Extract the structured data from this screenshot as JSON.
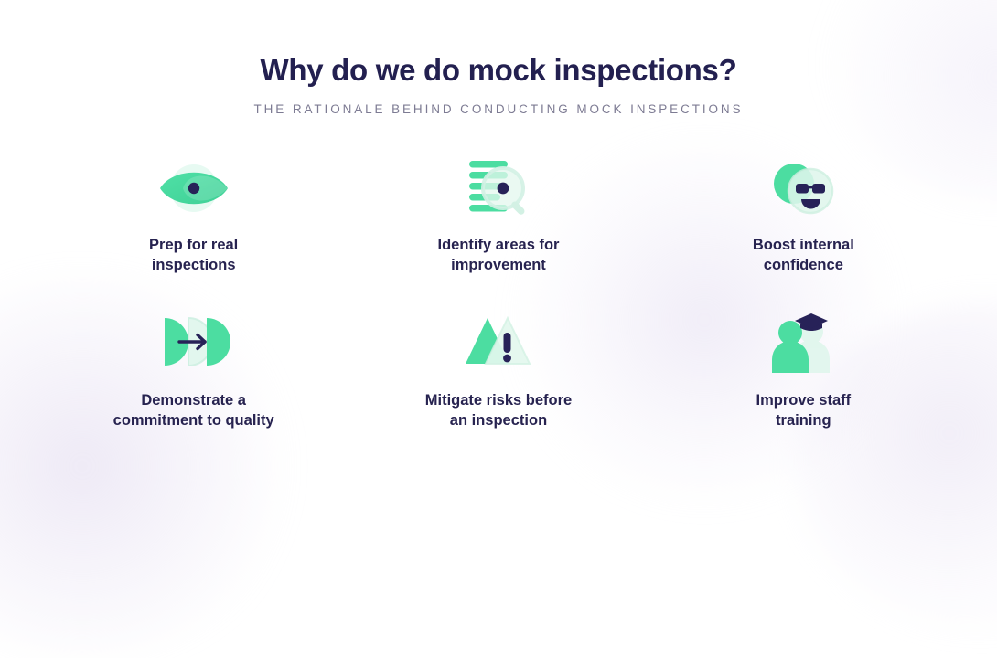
{
  "header": {
    "title": "Why do we do mock inspections?",
    "subtitle": "THE RATIONALE BEHIND CONDUCTING MOCK INSPECTIONS"
  },
  "colors": {
    "heading_navy": "#232050",
    "label_navy": "#272350",
    "subtitle_grey": "#7d7b93",
    "icon_green": "#4cdda1",
    "icon_green_dark": "#3fd497",
    "icon_green_light": "#b8f0d8",
    "icon_navy": "#272258",
    "background": "#ffffff",
    "tint_lavender": "#e8e2f3"
  },
  "items": [
    {
      "icon": "eye-icon",
      "label": "Prep for real\ninspections"
    },
    {
      "icon": "document-search-icon",
      "label": "Identify areas for\nimprovement"
    },
    {
      "icon": "smiley-sunglasses-icon",
      "label": "Boost internal\nconfidence"
    },
    {
      "icon": "arrow-progress-icon",
      "label": "Demonstrate a\ncommitment to quality"
    },
    {
      "icon": "warning-triangle-icon",
      "label": "Mitigate risks before\nan inspection"
    },
    {
      "icon": "graduate-people-icon",
      "label": "Improve staff\ntraining"
    }
  ]
}
